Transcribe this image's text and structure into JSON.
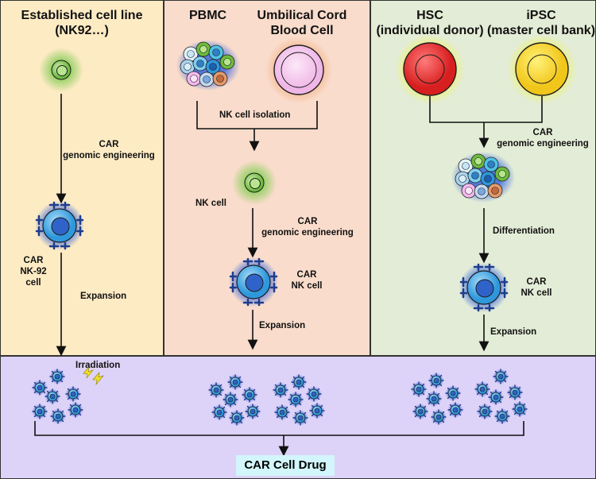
{
  "panels": {
    "established": {
      "title_line1": "Established cell line",
      "title_line2": "(NK92…)",
      "step_engineering_1": "CAR",
      "step_engineering_2": "genomic engineering",
      "car_cell_1": "CAR",
      "car_cell_2": "NK-92",
      "car_cell_3": "cell",
      "expansion": "Expansion",
      "irradiation": "Irradiation"
    },
    "blood": {
      "pbmc": "PBMC",
      "ucb_line1": "Umbilical Cord",
      "ucb_line2": "Blood Cell",
      "isolation": "NK cell isolation",
      "nk_cell": "NK cell",
      "step_engineering_1": "CAR",
      "step_engineering_2": "genomic engineering",
      "car_cell_1": "CAR",
      "car_cell_2": "NK  cell",
      "expansion": "Expansion"
    },
    "stem": {
      "hsc_line1": "HSC",
      "hsc_line2": "(individual donor)",
      "ipsc_line1": "iPSC",
      "ipsc_line2": "(master cell bank)",
      "step_engineering_1": "CAR",
      "step_engineering_2": "genomic engineering",
      "differentiation": "Differentiation",
      "car_cell_1": "CAR",
      "car_cell_2": "NK  cell",
      "expansion": "Expansion"
    }
  },
  "product": "CAR Cell Drug",
  "colors": {
    "panel_established": "#fdebc4",
    "panel_blood": "#f9dccb",
    "panel_stem": "#e3ecd6",
    "panel_bottom": "#ddd2f7",
    "drug_box": "#d2f6fb",
    "hsc": "#e83a3a",
    "ipsc": "#f6e02c",
    "car_cell": "#4fb4ec"
  },
  "icons": [
    "nk-cell-icon",
    "car-nk-cell-icon",
    "pbmc-cluster-icon",
    "ucb-cell-icon",
    "hsc-icon",
    "ipsc-icon",
    "lightning-icon"
  ]
}
